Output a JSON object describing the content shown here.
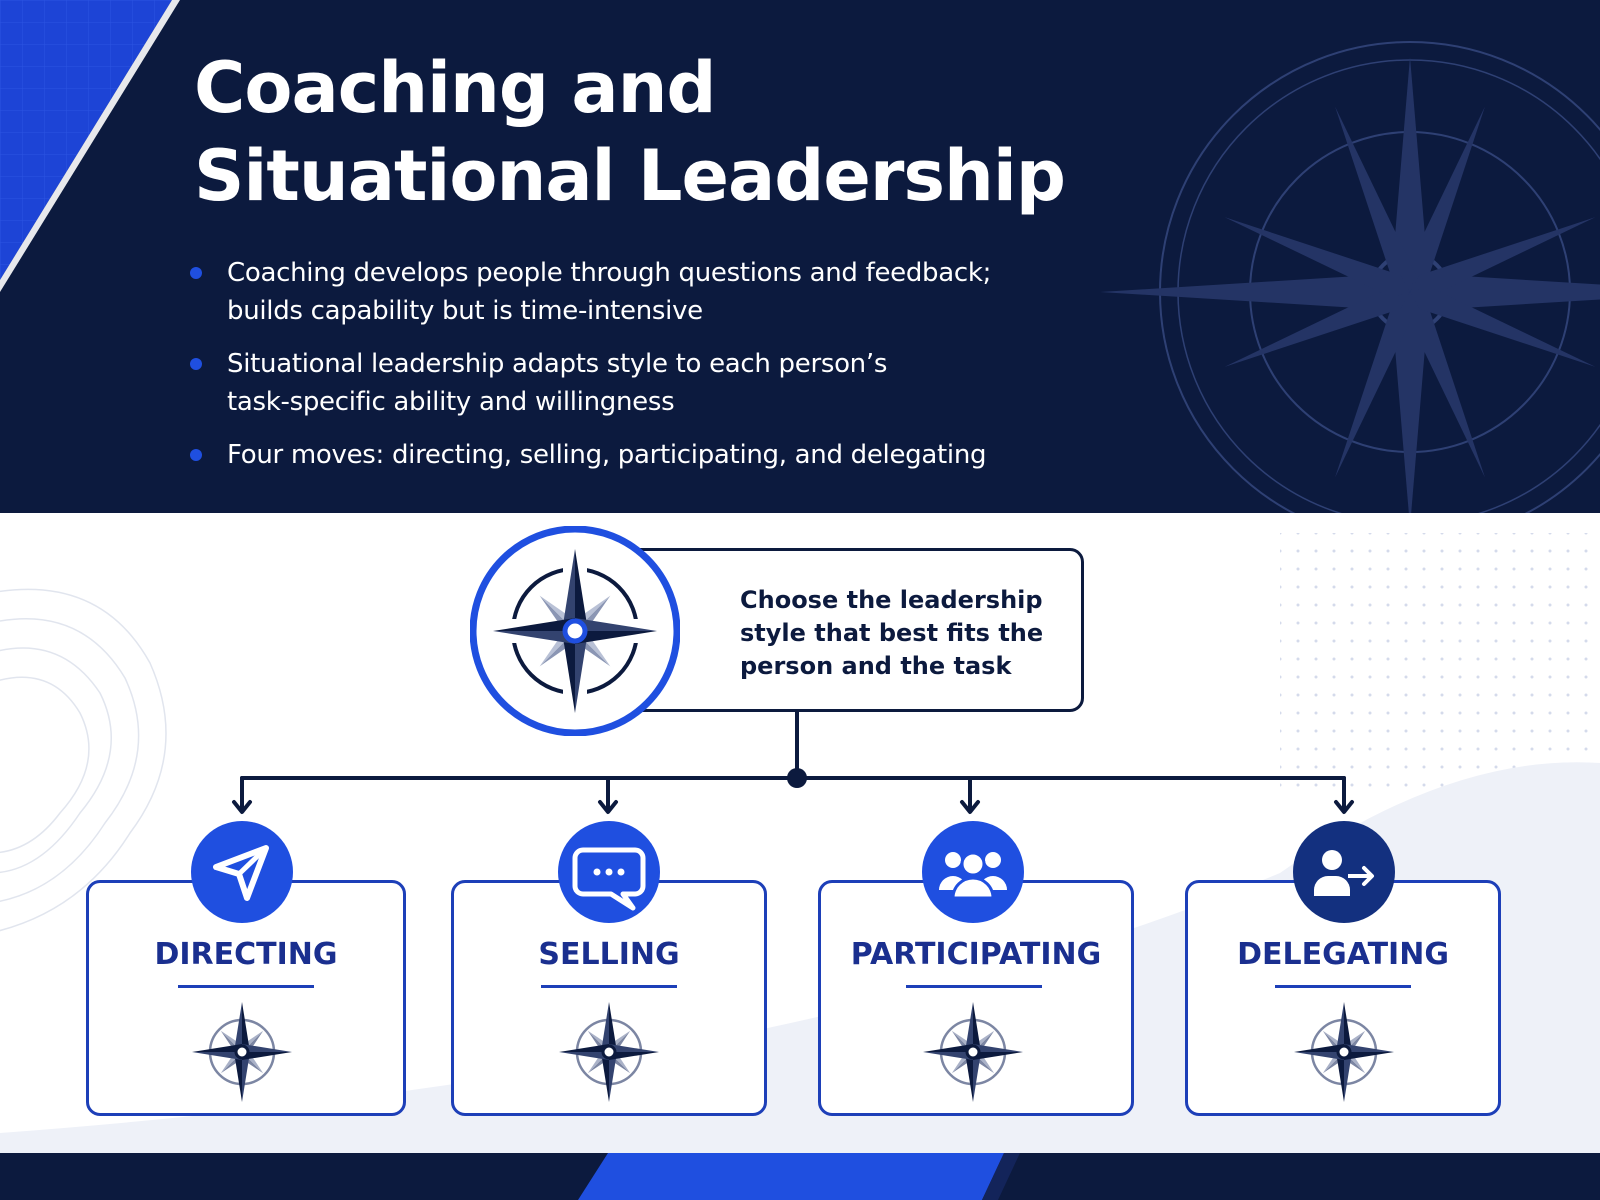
{
  "header": {
    "title_line1": "Coaching and",
    "title_line2": "Situational Leadership",
    "bullets": [
      {
        "line1": "Coaching develops people through questions and feedback;",
        "line2": "builds capability but is time-intensive"
      },
      {
        "line1": "Situational leadership adapts style to each person’s",
        "line2": "task-specific ability and willingness"
      },
      {
        "line1": "Four moves: directing, selling, participating, and delegating",
        "line2": ""
      }
    ]
  },
  "center": {
    "icon": "compass-rose-icon",
    "text_line1": "Choose the leadership",
    "text_line2": "style that best fits the",
    "text_line3": "person and the task"
  },
  "styles": [
    {
      "label": "DIRECTING",
      "icon": "navigation-arrow-icon"
    },
    {
      "label": "SELLING",
      "icon": "chat-bubble-icon"
    },
    {
      "label": "PARTICIPATING",
      "icon": "group-icon"
    },
    {
      "label": "DELEGATING",
      "icon": "person-handoff-icon"
    }
  ],
  "colors": {
    "navy": "#0c1a3e",
    "blue": "#1f4fe0",
    "accent_blue": "#1d3fb8",
    "white": "#ffffff"
  }
}
